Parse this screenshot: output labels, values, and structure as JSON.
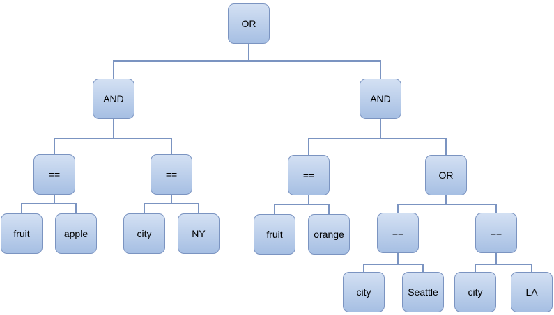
{
  "diagram": {
    "title": "expression-tree",
    "colors": {
      "node_fill_top": "#d3e0f3",
      "node_fill_bottom": "#a6bfe3",
      "node_border": "#7b94c1",
      "connector": "#7b94c1",
      "text": "#000000",
      "background": "#ffffff"
    },
    "tree": {
      "label": "OR",
      "children": [
        {
          "label": "AND",
          "children": [
            {
              "label": "==",
              "children": [
                {
                  "label": "fruit"
                },
                {
                  "label": "apple"
                }
              ]
            },
            {
              "label": "==",
              "children": [
                {
                  "label": "city"
                },
                {
                  "label": "NY"
                }
              ]
            }
          ]
        },
        {
          "label": "AND",
          "children": [
            {
              "label": "==",
              "children": [
                {
                  "label": "fruit"
                },
                {
                  "label": "orange"
                }
              ]
            },
            {
              "label": "OR",
              "children": [
                {
                  "label": "==",
                  "children": [
                    {
                      "label": "city"
                    },
                    {
                      "label": "Seattle"
                    }
                  ]
                },
                {
                  "label": "==",
                  "children": [
                    {
                      "label": "city"
                    },
                    {
                      "label": "LA"
                    }
                  ]
                }
              ]
            }
          ]
        }
      ]
    }
  }
}
